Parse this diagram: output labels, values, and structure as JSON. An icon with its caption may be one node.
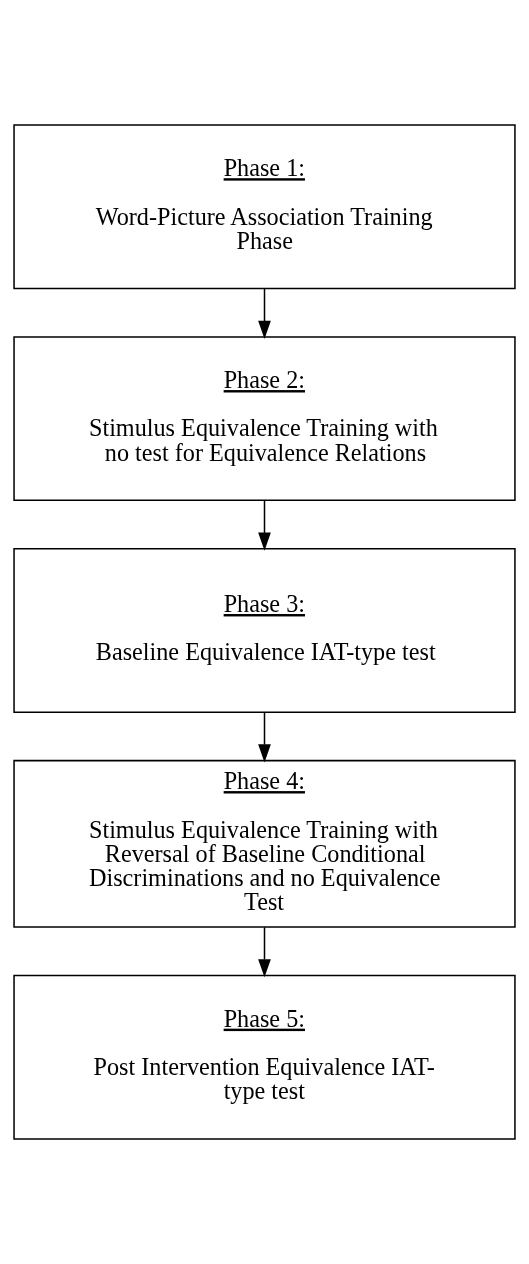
{
  "diagram": {
    "nodes": [
      {
        "text": [
          "Phase 1:",
          "Word-Picture Association Training Phase"
        ]
      },
      {
        "text": [
          "Phase 2:",
          "Stimulus Equivalence Training with no test for Equivalence Relations"
        ]
      },
      {
        "text": [
          "Phase 3:",
          "Baseline Equivalence IAT-type test"
        ]
      },
      {
        "text": [
          "Phase 4:",
          "Stimulus Equivalence Training with Reversal of Baseline Conditional Discriminations and no Equivalence Test"
        ]
      },
      {
        "text": [
          "Phase 5:",
          "Post Intervention Equivalence IAT-type test"
        ]
      }
    ],
    "edges": [
      {
        "from": 0,
        "to": 1,
        "arrow": "to"
      },
      {
        "from": 1,
        "to": 2,
        "arrow": "to"
      },
      {
        "from": 2,
        "to": 3,
        "arrow": "to"
      },
      {
        "from": 3,
        "to": 4,
        "arrow": "to"
      }
    ]
  }
}
